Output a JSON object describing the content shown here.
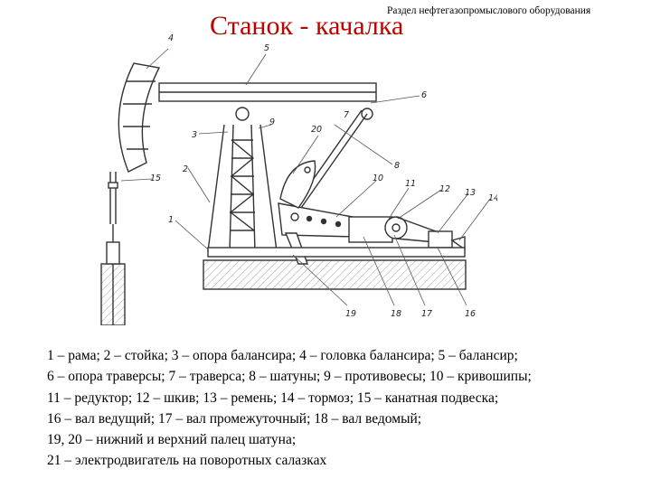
{
  "header": {
    "section": "Раздел нефтегазопромыслового оборудования",
    "title": "Станок - качалка"
  },
  "figure": {
    "callouts": [
      "1",
      "2",
      "3",
      "4",
      "5",
      "6",
      "7",
      "8",
      "9",
      "10",
      "11",
      "12",
      "13",
      "14",
      "15",
      "16",
      "17",
      "18",
      "19",
      "20"
    ]
  },
  "legend": {
    "lines": [
      "1 – рама; 2 – стойка; 3 – опора балансира; 4 – головка балансира; 5 – балансир;",
      "6 – опора траверсы; 7 – траверса; 8 – шатуны; 9 – противовесы; 10 – кривошипы;",
      "11 – редуктор; 12 – шкив; 13 – ремень; 14 – тормоз; 15 – канатная подвеска;",
      "16 – вал ведущий; 17 – вал промежуточный; 18 – вал ведомый;",
      "19, 20 – нижний и верхний палец шатуна;",
      "21 – электродвигатель на поворотных салазках"
    ]
  }
}
